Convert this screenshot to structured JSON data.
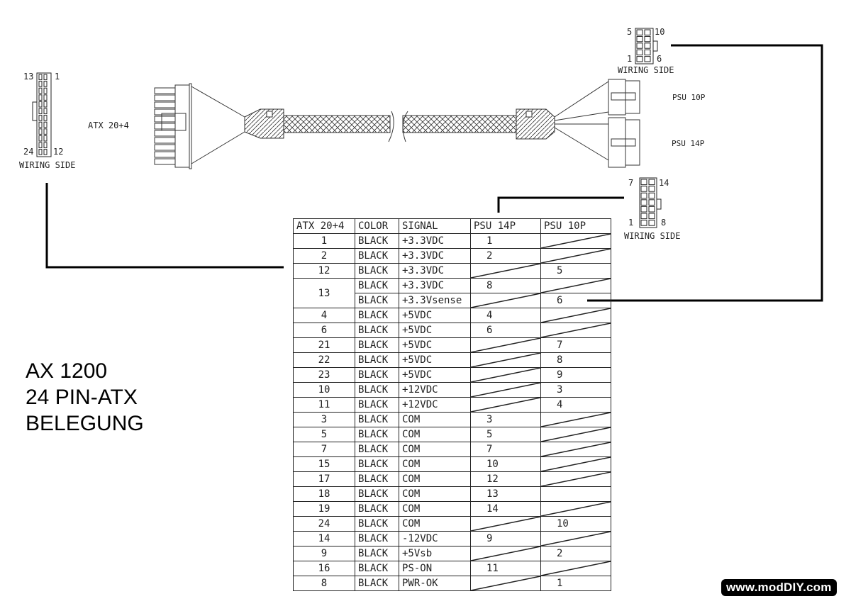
{
  "title_lines": [
    "AX 1200",
    "24 PIN-ATX",
    "BELEGUNG"
  ],
  "watermark": "www.modDIY.com",
  "connectors": {
    "atx": {
      "label": "ATX 20+4",
      "pin_top_left": "13",
      "pin_top_right": "1",
      "pin_bottom_left": "24",
      "pin_bottom_right": "12",
      "caption": "WIRING SIDE"
    },
    "psu10": {
      "label": "PSU 10P",
      "pin_top_left": "5",
      "pin_top_right": "10",
      "pin_bottom_left": "1",
      "pin_bottom_right": "6",
      "caption": "WIRING SIDE"
    },
    "psu14": {
      "label": "PSU 14P",
      "pin_top_left": "7",
      "pin_top_right": "14",
      "pin_bottom_left": "1",
      "pin_bottom_right": "8",
      "caption": "WIRING SIDE"
    }
  },
  "table": {
    "headers": [
      "ATX 20+4",
      "COLOR",
      "SIGNAL",
      "PSU 14P",
      "PSU 10P"
    ],
    "rows": [
      {
        "atx": "1",
        "color": "BLACK",
        "signal": "+3.3VDC",
        "psu14": "1",
        "psu10": "/"
      },
      {
        "atx": "2",
        "color": "BLACK",
        "signal": "+3.3VDC",
        "psu14": "2",
        "psu10": "/"
      },
      {
        "atx": "12",
        "color": "BLACK",
        "signal": "+3.3VDC",
        "psu14": "/",
        "psu10": "5"
      },
      {
        "atx": "13",
        "color": "BLACK",
        "signal": "+3.3VDC",
        "psu14": "8",
        "psu10": "/",
        "rowspan": 2
      },
      {
        "atx": "",
        "color": "BLACK",
        "signal": "+3.3Vsense",
        "psu14": "/",
        "psu10": "6",
        "merged": true
      },
      {
        "atx": "4",
        "color": "BLACK",
        "signal": "+5VDC",
        "psu14": "4",
        "psu10": "/"
      },
      {
        "atx": "6",
        "color": "BLACK",
        "signal": "+5VDC",
        "psu14": "6",
        "psu10": "/"
      },
      {
        "atx": "21",
        "color": "BLACK",
        "signal": "+5VDC",
        "psu14": "/",
        "psu10": "7"
      },
      {
        "atx": "22",
        "color": "BLACK",
        "signal": "+5VDC",
        "psu14": "/",
        "psu10": "8"
      },
      {
        "atx": "23",
        "color": "BLACK",
        "signal": "+5VDC",
        "psu14": "/",
        "psu10": "9"
      },
      {
        "atx": "10",
        "color": "BLACK",
        "signal": "+12VDC",
        "psu14": "/",
        "psu10": "3"
      },
      {
        "atx": "11",
        "color": "BLACK",
        "signal": "+12VDC",
        "psu14": "/",
        "psu10": "4"
      },
      {
        "atx": "3",
        "color": "BLACK",
        "signal": "COM",
        "psu14": "3",
        "psu10": "/"
      },
      {
        "atx": "5",
        "color": "BLACK",
        "signal": "COM",
        "psu14": "5",
        "psu10": "/"
      },
      {
        "atx": "7",
        "color": "BLACK",
        "signal": "COM",
        "psu14": "7",
        "psu10": "/"
      },
      {
        "atx": "15",
        "color": "BLACK",
        "signal": "COM",
        "psu14": "10",
        "psu10": "/"
      },
      {
        "atx": "17",
        "color": "BLACK",
        "signal": "COM",
        "psu14": "12",
        "psu10": "/"
      },
      {
        "atx": "18",
        "color": "BLACK",
        "signal": "COM",
        "psu14": "13",
        "psu10": ""
      },
      {
        "atx": "19",
        "color": "BLACK",
        "signal": "COM",
        "psu14": "14",
        "psu10": "/"
      },
      {
        "atx": "24",
        "color": "BLACK",
        "signal": "COM",
        "psu14": "/",
        "psu10": "10"
      },
      {
        "atx": "14",
        "color": "BLACK",
        "signal": "-12VDC",
        "psu14": "9",
        "psu10": "/"
      },
      {
        "atx": "9",
        "color": "BLACK",
        "signal": "+5Vsb",
        "psu14": "/",
        "psu10": "2"
      },
      {
        "atx": "16",
        "color": "BLACK",
        "signal": "PS-ON",
        "psu14": "11",
        "psu10": "/"
      },
      {
        "atx": "8",
        "color": "BLACK",
        "signal": "PWR-OK",
        "psu14": "/",
        "psu10": "1"
      }
    ]
  }
}
